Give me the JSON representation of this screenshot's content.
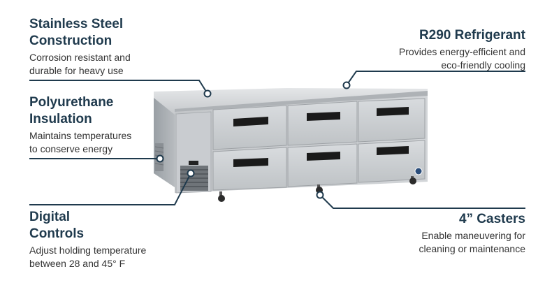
{
  "features": {
    "stainless": {
      "title": "Stainless Steel\nConstruction",
      "desc": "Corrosion resistant and\ndurable for heavy use"
    },
    "polyurethane": {
      "title": "Polyurethane\nInsulation",
      "desc": "Maintains temperatures\nto conserve energy"
    },
    "digital": {
      "title": "Digital\nControls",
      "desc": "Adjust holding temperature\nbetween 28 and 45° F"
    },
    "refrigerant": {
      "title": "R290 Refrigerant",
      "desc": "Provides energy-efficient and\neco-friendly cooling"
    },
    "casters": {
      "title": "4” Casters",
      "desc": "Enable maneuvering for\ncleaning or maintenance"
    }
  },
  "colors": {
    "heading": "#1f3a4d",
    "callout_line": "#1f3a4d",
    "steel_light": "#d9dcdf",
    "steel_mid": "#b9bdc1",
    "steel_dark": "#8e9398",
    "handle": "#1a1a1a"
  },
  "icons": {
    "callout_dot": "circle-marker",
    "brand_badge": "round-logo-badge"
  }
}
